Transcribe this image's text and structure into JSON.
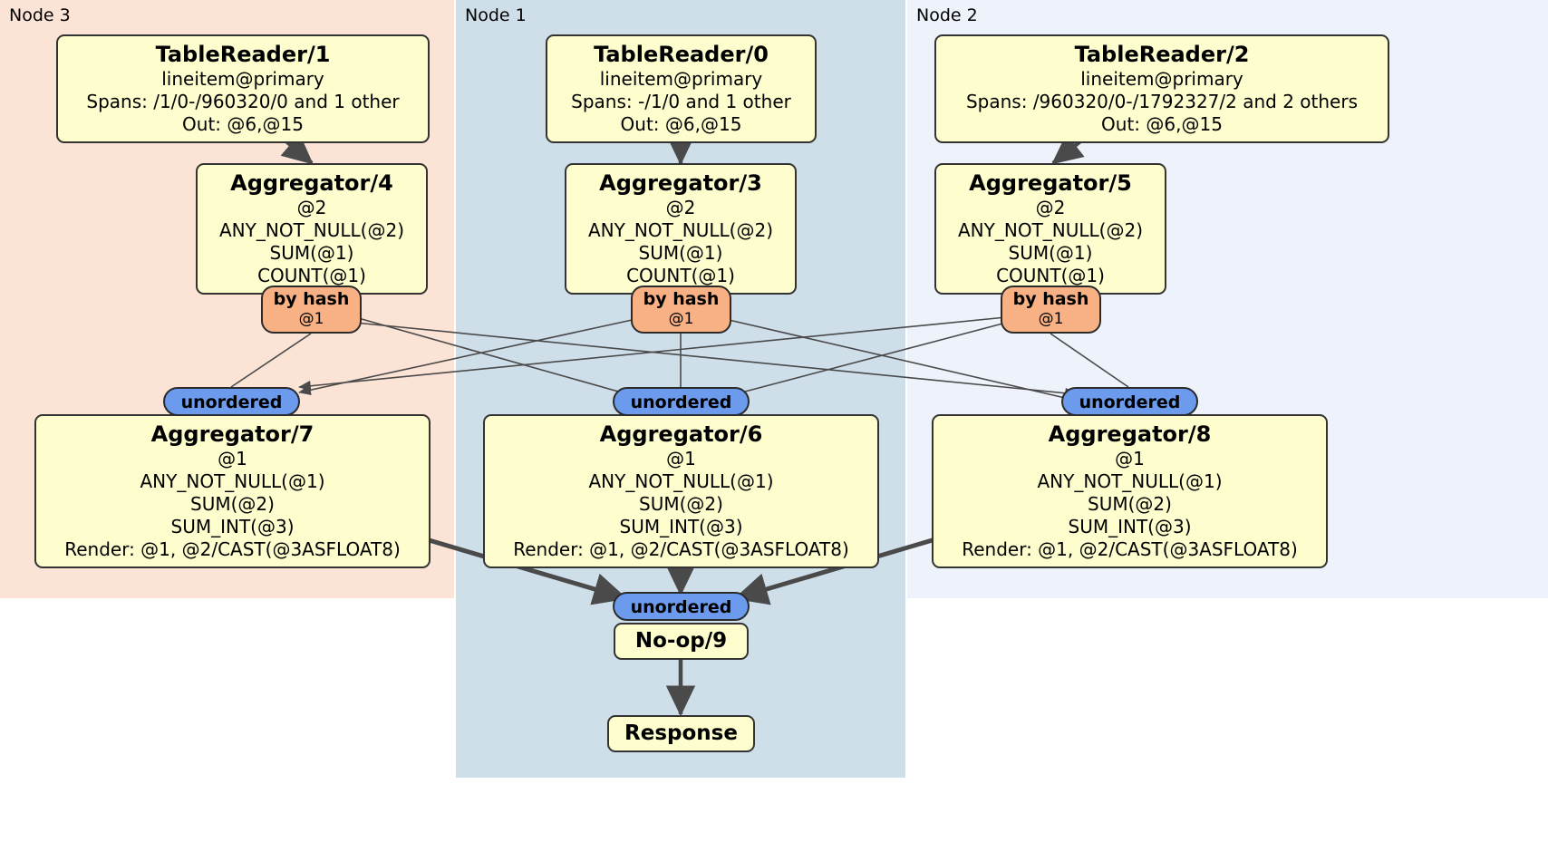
{
  "diagram": {
    "type": "distributed-query-plan",
    "colors": {
      "node3_bg": "#fbe3d5",
      "node1_bg": "#cfdfea",
      "node2_bg": "#eef2fb",
      "processor_box": "#fdfdcd",
      "hash_router": "#f7b184",
      "unordered_sync": "#6c9bee",
      "edge": "#4a4a4a"
    }
  },
  "regions": [
    {
      "id": "node3",
      "label": "Node 3"
    },
    {
      "id": "node1",
      "label": "Node 1"
    },
    {
      "id": "node2",
      "label": "Node 2"
    }
  ],
  "processors": {
    "tablereader1": {
      "title": "TableReader/1",
      "lines": [
        "lineitem@primary",
        "Spans: /1/0-/960320/0 and 1 other",
        "Out: @6,@15"
      ]
    },
    "tablereader0": {
      "title": "TableReader/0",
      "lines": [
        "lineitem@primary",
        "Spans: -/1/0 and 1 other",
        "Out: @6,@15"
      ]
    },
    "tablereader2": {
      "title": "TableReader/2",
      "lines": [
        "lineitem@primary",
        "Spans: /960320/0-/1792327/2 and 2 others",
        "Out: @6,@15"
      ]
    },
    "aggregator4": {
      "title": "Aggregator/4",
      "lines": [
        "@2",
        "ANY_NOT_NULL(@2)",
        "SUM(@1)",
        "COUNT(@1)"
      ]
    },
    "aggregator3": {
      "title": "Aggregator/3",
      "lines": [
        "@2",
        "ANY_NOT_NULL(@2)",
        "SUM(@1)",
        "COUNT(@1)"
      ]
    },
    "aggregator5": {
      "title": "Aggregator/5",
      "lines": [
        "@2",
        "ANY_NOT_NULL(@2)",
        "SUM(@1)",
        "COUNT(@1)"
      ]
    },
    "aggregator7": {
      "title": "Aggregator/7",
      "lines": [
        "@1",
        "ANY_NOT_NULL(@1)",
        "SUM(@2)",
        "SUM_INT(@3)",
        "Render: @1, @2/CAST(@3ASFLOAT8)"
      ]
    },
    "aggregator6": {
      "title": "Aggregator/6",
      "lines": [
        "@1",
        "ANY_NOT_NULL(@1)",
        "SUM(@2)",
        "SUM_INT(@3)",
        "Render: @1, @2/CAST(@3ASFLOAT8)"
      ]
    },
    "aggregator8": {
      "title": "Aggregator/8",
      "lines": [
        "@1",
        "ANY_NOT_NULL(@1)",
        "SUM(@2)",
        "SUM_INT(@3)",
        "Render: @1, @2/CAST(@3ASFLOAT8)"
      ]
    },
    "noop9": {
      "title": "No-op/9",
      "lines": []
    },
    "response": {
      "title": "Response",
      "lines": []
    }
  },
  "routers": {
    "hash_left": {
      "label": "by hash",
      "sub": "@1"
    },
    "hash_mid": {
      "label": "by hash",
      "sub": "@1"
    },
    "hash_right": {
      "label": "by hash",
      "sub": "@1"
    }
  },
  "synchronizers": {
    "unordered_left": {
      "label": "unordered"
    },
    "unordered_mid": {
      "label": "unordered"
    },
    "unordered_right": {
      "label": "unordered"
    },
    "unordered_final": {
      "label": "unordered"
    }
  }
}
